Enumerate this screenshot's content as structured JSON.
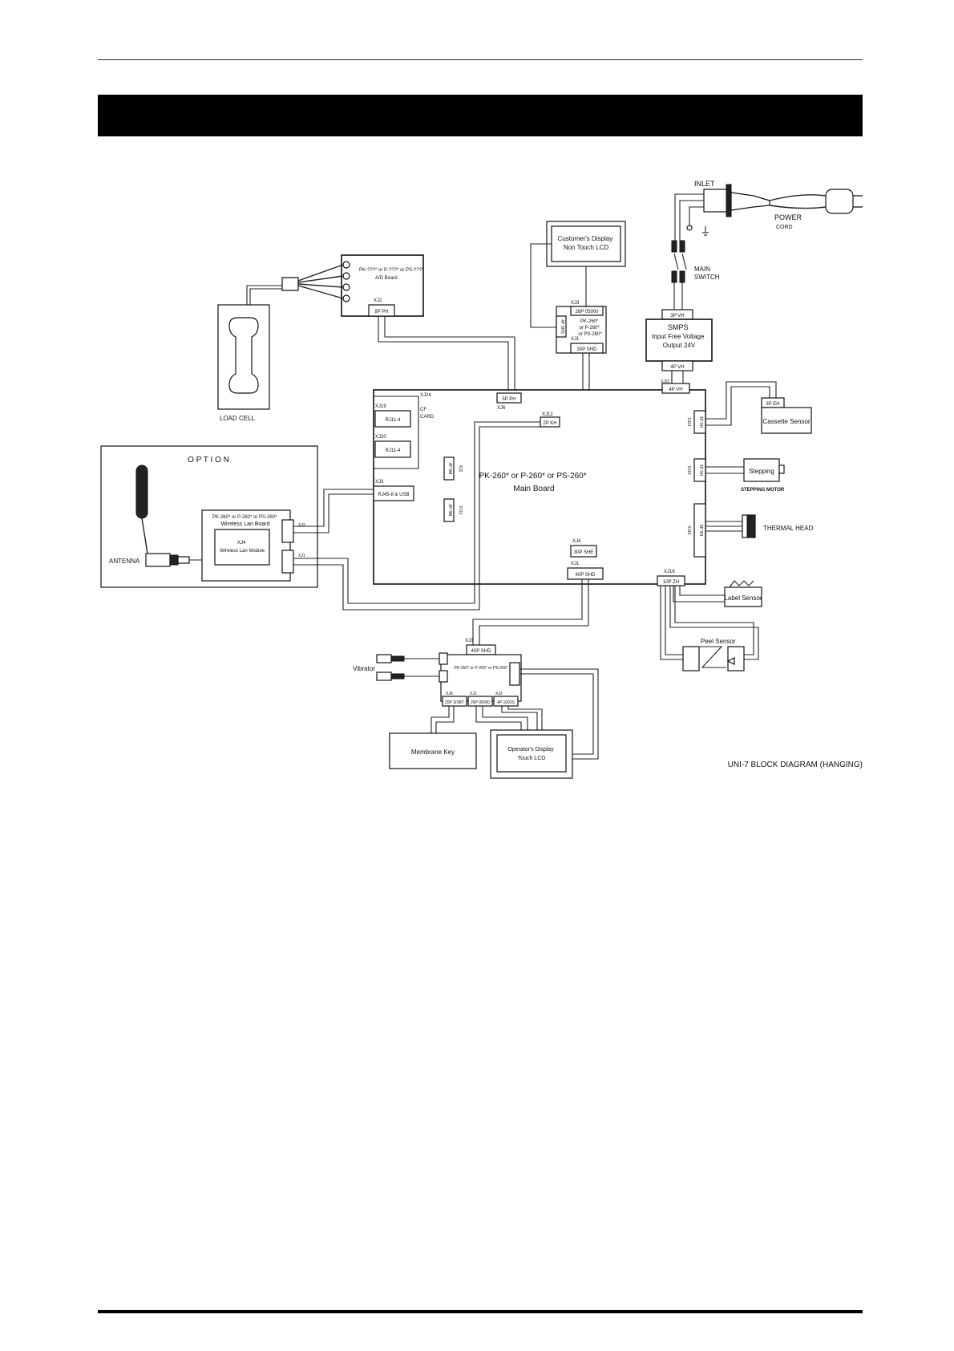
{
  "page": {
    "caption": "UNI-7 BLOCK DIAGRAM (HANGING)"
  },
  "diagram": {
    "inlet": "INLET",
    "power_cord": [
      "POWER",
      "CORD"
    ],
    "main_switch": [
      "MAIN",
      "SWITCH"
    ],
    "customers_display": [
      "Customer's Display",
      "Non Touch LCD"
    ],
    "ad_board": [
      "PK-???* or P-???* or PS-???*",
      "A/D Board"
    ],
    "ad_xj2": "XJ2",
    "ad_conn": "8P PH",
    "load_cell": "LOAD CELL",
    "pk_small": [
      "PK-260*",
      "or P-260*",
      "or PS-260*"
    ],
    "pk_xj3": "XJ3",
    "pk_26p": "26P 05000",
    "pk_xj1": "XJ1",
    "pk_30p": "30P SHD",
    "pk_side": "4P SHS",
    "smps": [
      "SMPS",
      "Input Free Voltage",
      "Output 24V"
    ],
    "smps_in": "3P VH",
    "smps_out": "4P VH",
    "main_xj22": "XJ22",
    "main_4p": "4P VH",
    "main_xj24": "XJ24",
    "cf_card": [
      "CF",
      "CARD"
    ],
    "main_xj6": "XJ6",
    "main_5p": "5P PH",
    "main_xj12": "XJ12",
    "main_2p": "2P KH",
    "xj19": "XJ19",
    "rj11_a": "RJ11-4",
    "xj20": "XJ20",
    "rj11_b": "RJ11-4",
    "xj3": "XJ3",
    "rj45": "RJ45-8 & USB",
    "xj2_small": "XJ2",
    "xj2_conn": "4P SM",
    "xj11_small": "XJ11",
    "xj11_conn": "6P SM",
    "main_board": [
      "PK-260* or P-260* or PS-260*",
      "Main Board"
    ],
    "main_xj4": "XJ4",
    "main_30p": "30P SHE",
    "main_xj1": "XJ1",
    "main_40p": "40P SHD",
    "main_xj16": "XJ16",
    "main_10p": "10P ZH",
    "xj21": "XJ21",
    "xj21_conn": "4P SH",
    "xj15": "XJ15",
    "xj15_conn": "4P SH",
    "xj14": "XJ14",
    "xj14_conn": "6P SH",
    "cassette_conn": "3P EH",
    "cassette_sensor": "Cassette Sensor",
    "stepping": "Stepping",
    "stepping_motor": "STEPPING MOTOR",
    "thermal_head": "THERMAL HEAD",
    "label_sensor": "Label Sensor",
    "peel_sensor": "Peel Sensor",
    "option": "O P T I O N",
    "antenna": "ANTENNA",
    "wlan_board": [
      "PK-260* or P-260* or PS-260*",
      "Wireless Lan Board"
    ],
    "wlan_module": [
      "XJ4",
      "Wireless Lan Module"
    ],
    "wlan_xj3": "XJ3",
    "wlan_xj1": "XJ1",
    "op_xj3": "XJ3",
    "op_40p": "40P SHD",
    "op_board": "PK-260* or P-260* or PS-260*",
    "vibrator": "Vibrator",
    "op_xj6": "XJ6",
    "op_20p": "20P 3/SBT",
    "op_xj1": "XJ1",
    "op_26p": "26P 05000",
    "op_xj2": "XJ2",
    "op_4p": "4P 1002S",
    "membrane_key": "Membrane Key",
    "operators_display": [
      "Operator's Display",
      "Touch LCD"
    ]
  }
}
